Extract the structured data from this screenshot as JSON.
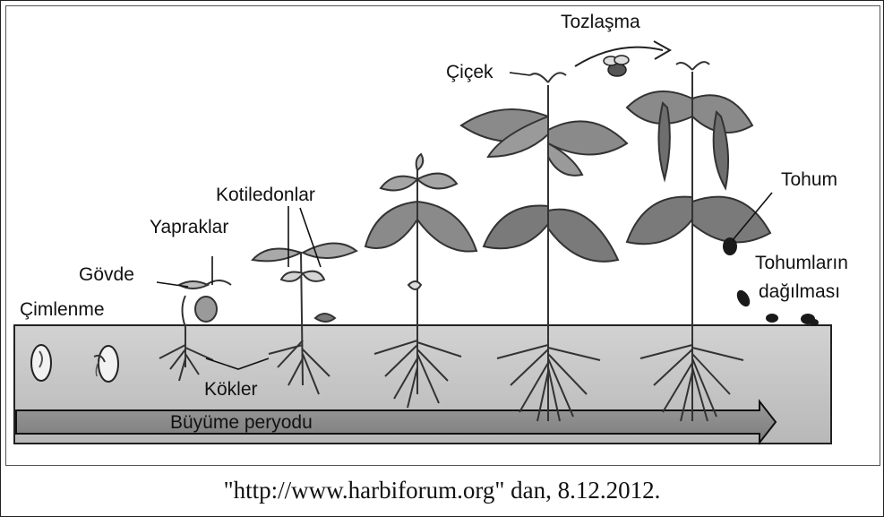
{
  "labels": {
    "cimlenme": "Çimlenme",
    "govde": "Gövde",
    "yapraklar": "Yapraklar",
    "kotiledonlar": "Kotiledonlar",
    "kokler": "Kökler",
    "cicek": "Çiçek",
    "tozlasma": "Tozlaşma",
    "tohum": "Tohum",
    "tohumlarin_line1": "Tohumların",
    "tohumlarin_line2": "dağılması"
  },
  "arrow_label": "Büyüme peryodu",
  "caption": "\"http://www.harbiforum.org\" dan, 8.12.2012.",
  "colors": {
    "soil": "#c9c9c9",
    "plant": "#8a8a8a",
    "leaf_dark": "#6e6e6e",
    "ink": "#111111"
  }
}
